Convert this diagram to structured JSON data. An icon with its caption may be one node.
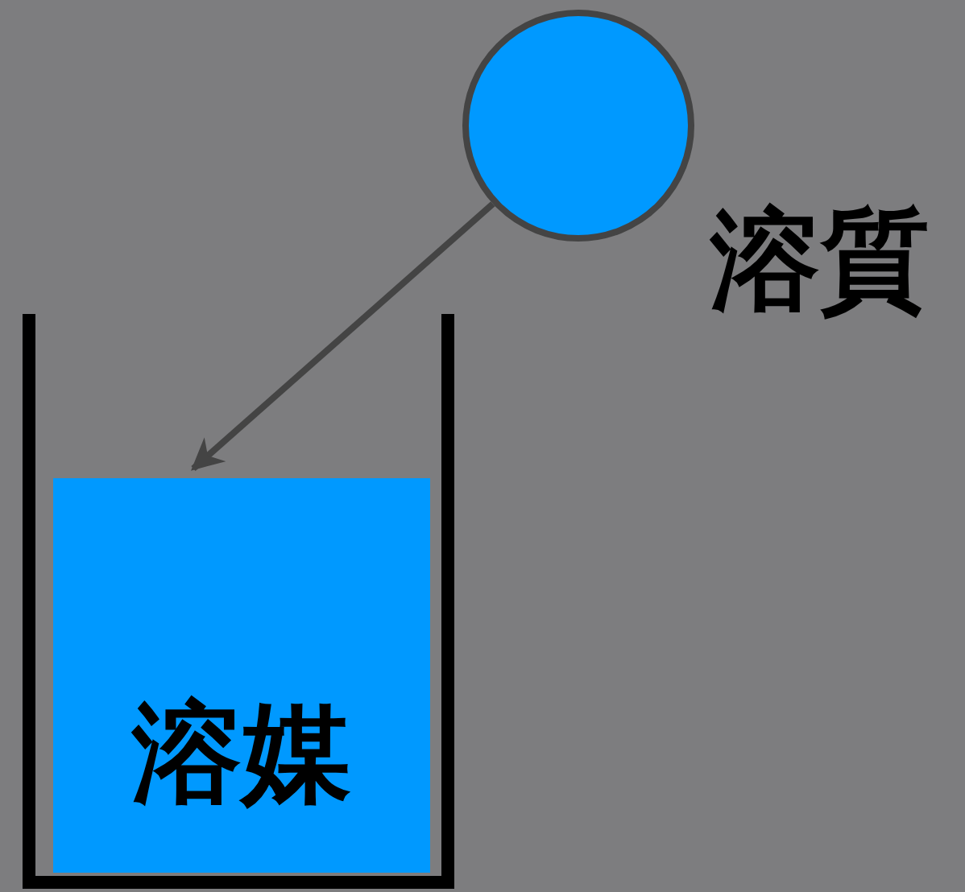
{
  "diagram": {
    "nodes": [
      {
        "text": [],
        "shape": "circle",
        "beside": [
          "溶質"
        ]
      },
      {
        "text": [],
        "shape": "beaker"
      },
      {
        "text": [
          "溶媒"
        ],
        "in": 1
      }
    ],
    "edges": [
      {
        "from": 0,
        "to": 2,
        "arrow": "to"
      }
    ]
  }
}
